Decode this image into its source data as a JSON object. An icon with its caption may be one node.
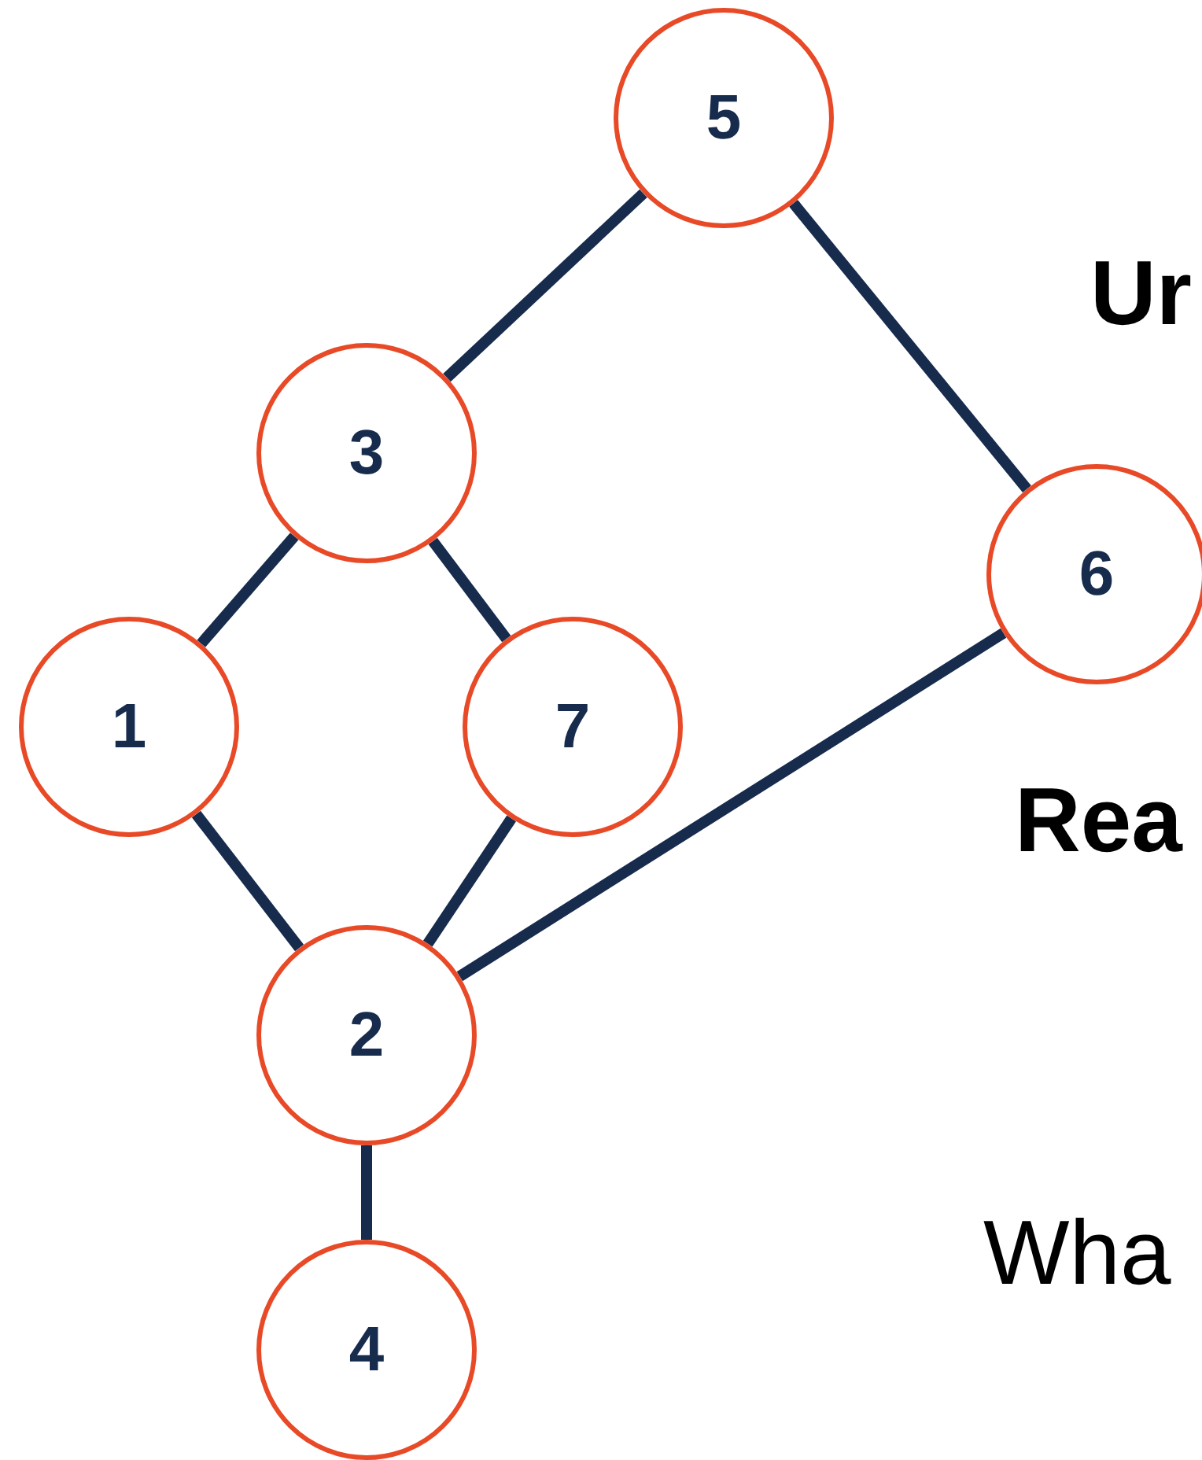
{
  "diagram": {
    "nodes": [
      {
        "text": [
          "5"
        ]
      },
      {
        "text": [
          "3"
        ]
      },
      {
        "text": [
          "6"
        ]
      },
      {
        "text": [
          "1"
        ]
      },
      {
        "text": [
          "7"
        ]
      },
      {
        "text": [
          "2"
        ]
      },
      {
        "text": [
          "4"
        ]
      }
    ],
    "edges": [
      {
        "from": 0,
        "to": 1,
        "arrow": "none"
      },
      {
        "from": 0,
        "to": 2,
        "arrow": "none"
      },
      {
        "from": 1,
        "to": 3,
        "arrow": "none"
      },
      {
        "from": 1,
        "to": 4,
        "arrow": "none"
      },
      {
        "from": 3,
        "to": 5,
        "arrow": "none"
      },
      {
        "from": 4,
        "to": 5,
        "arrow": "none"
      },
      {
        "from": 2,
        "to": 5,
        "arrow": "none"
      },
      {
        "from": 5,
        "to": 6,
        "arrow": "none"
      }
    ],
    "labels": [
      "Ur",
      "Rea",
      "Wha"
    ]
  }
}
